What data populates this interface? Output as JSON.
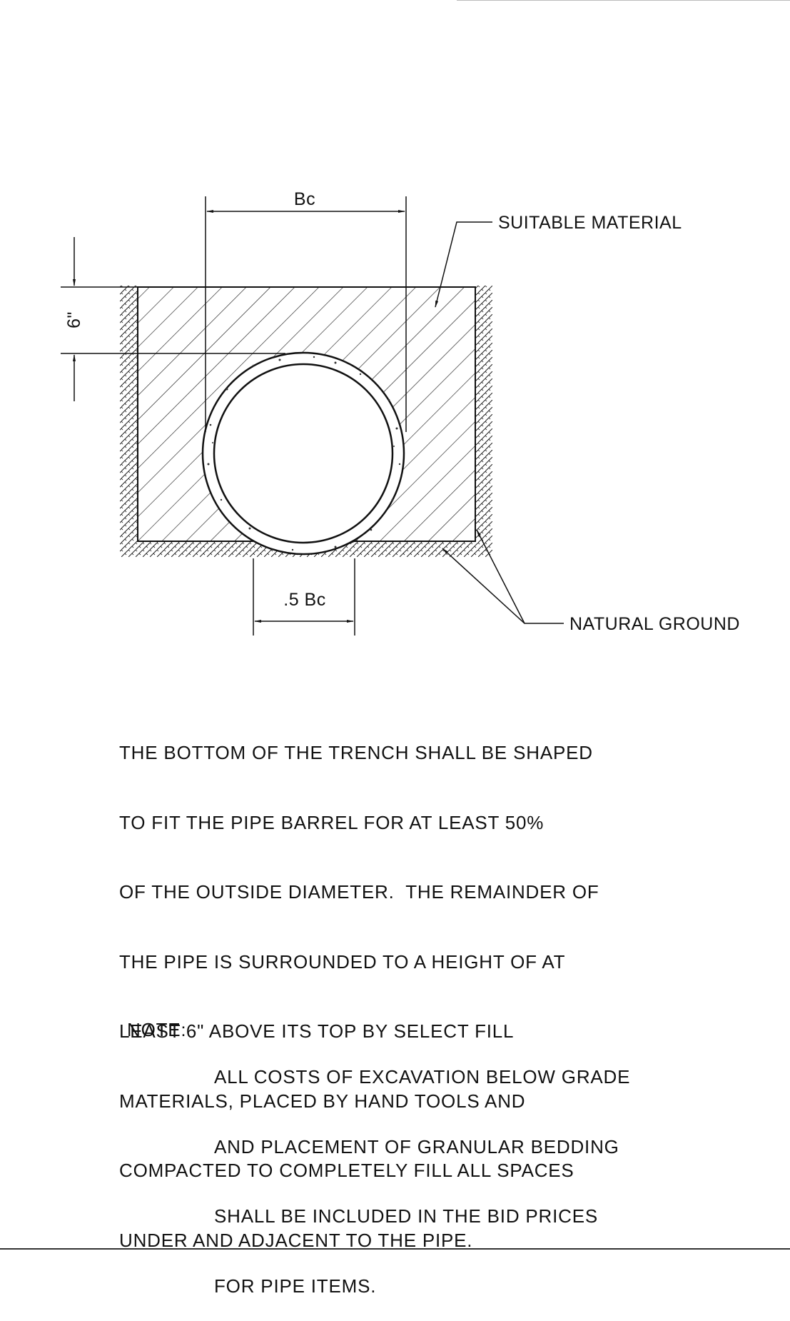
{
  "labels": {
    "bc": "Bc",
    "half_bc": ".5 Bc",
    "six_inch": "6\"",
    "suitable_material": "SUITABLE MATERIAL",
    "natural_ground": "NATURAL GROUND"
  },
  "description": [
    "THE BOTTOM OF THE TRENCH SHALL BE SHAPED",
    "TO FIT THE PIPE BARREL FOR AT LEAST 50%",
    "OF THE OUTSIDE DIAMETER.  THE REMAINDER OF",
    "THE PIPE IS SURROUNDED TO A HEIGHT OF AT",
    "LEAST 6\" ABOVE ITS TOP BY SELECT FILL",
    "MATERIALS, PLACED BY HAND TOOLS AND",
    "COMPACTED TO COMPLETELY FILL ALL SPACES",
    "UNDER AND ADJACENT TO THE PIPE."
  ],
  "note": {
    "label": "NOTE:",
    "lines": [
      "ALL COSTS OF EXCAVATION BELOW GRADE",
      "AND PLACEMENT OF GRANULAR BEDDING",
      "SHALL BE INCLUDED IN THE BID PRICES",
      "FOR PIPE ITEMS."
    ]
  }
}
